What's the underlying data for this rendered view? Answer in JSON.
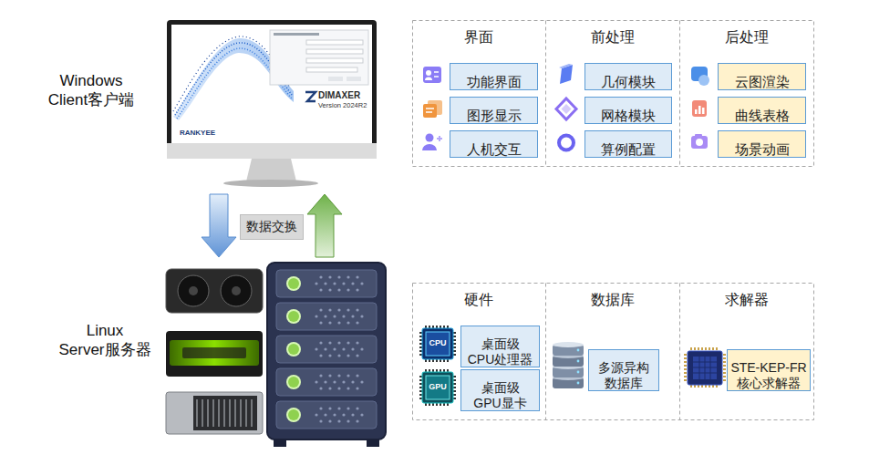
{
  "diagram": {
    "nodes": [
      {
        "text": [
          "Windows Client客户端"
        ]
      },
      {
        "text": [
          "界面"
        ]
      },
      {
        "text": [
          "功能界面"
        ],
        "in": 1
      },
      {
        "text": [
          "图形显示"
        ],
        "in": 1
      },
      {
        "text": [
          "人机交互"
        ],
        "in": 1
      },
      {
        "text": [
          "前处理"
        ]
      },
      {
        "text": [
          "几何模块"
        ],
        "in": 5
      },
      {
        "text": [
          "网格模块"
        ],
        "in": 5
      },
      {
        "text": [
          "算例配置"
        ],
        "in": 5
      },
      {
        "text": [
          "后处理"
        ]
      },
      {
        "text": [
          "云图渲染"
        ],
        "in": 9
      },
      {
        "text": [
          "曲线表格"
        ],
        "in": 9
      },
      {
        "text": [
          "场景动画"
        ],
        "in": 9
      },
      {
        "text": [
          "Linux Server服务器"
        ]
      },
      {
        "text": [
          "硬件"
        ]
      },
      {
        "text": [
          "桌面级 CPU处理器"
        ],
        "in": 14
      },
      {
        "text": [
          "桌面级 GPU显卡"
        ],
        "in": 14
      },
      {
        "text": [
          "数据库"
        ]
      },
      {
        "text": [
          "多源异构 数据库"
        ],
        "in": 17
      },
      {
        "text": [
          "求解器"
        ]
      },
      {
        "text": [
          "STE-KEP-FR 核心求解器"
        ],
        "in": 19
      }
    ],
    "edges": [
      {
        "from": 0,
        "to": 13,
        "arrow": "to"
      },
      {
        "from": 13,
        "to": 0,
        "arrow": "to"
      }
    ],
    "labels": [
      "数据交换",
      "DIMAXER",
      "Version 2024R2",
      "RANKYEE",
      "CPU",
      "GPU"
    ]
  }
}
